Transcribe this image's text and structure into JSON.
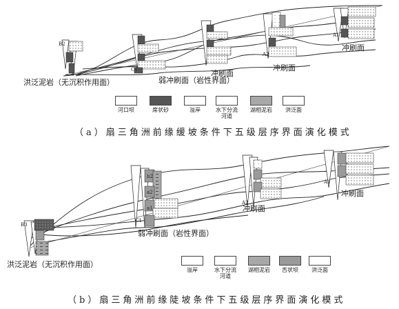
{
  "panel_a": {
    "labels": {
      "flood_mudstone": "洪泛泥岩（无沉积作用面）",
      "weak_scour": "弱冲刷面（岩性界面）",
      "scour1": "冲刷面",
      "scour2": "冲刷面",
      "scour3": "冲刷面"
    },
    "unit_tags": {
      "b2": "B2",
      "c1": "C1",
      "a2": "A2",
      "a1": "A1"
    },
    "legend": [
      {
        "name": "河口坝"
      },
      {
        "name": "席状砂"
      },
      {
        "name": "溢岸"
      },
      {
        "name": "水下分流\n河道"
      },
      {
        "name": "湖相泥岩"
      },
      {
        "name": "洪泛面"
      }
    ],
    "caption": "（a）扇三角洲前缘缓坡条件下五级层序界面演化模式"
  },
  "panel_b": {
    "labels": {
      "scour_top": "冲刷面",
      "scour_mid": "冲刷面",
      "weak_scour": "弱冲刷面（岩性界面）",
      "flood_mudstone": "洪泛泥岩（无沉积作用面）"
    },
    "unit_tags": {
      "b3": "B3",
      "c1": "C1",
      "a2": "A2",
      "a1": "A1",
      "b2": "b2",
      "a2s": "a2",
      "a1s": "a1"
    },
    "legend": [
      {
        "name": "溢岸"
      },
      {
        "name": "水下分流\n河道"
      },
      {
        "name": "湖相泥岩"
      },
      {
        "name": "舌状坝"
      },
      {
        "name": "洪泛面"
      }
    ],
    "caption": "（b）扇三角洲前缘陡坡条件下五级层序界面演化模式"
  },
  "colors": {
    "dark_gray": "#555555",
    "mid_gray": "#9a9a9a",
    "light_gray": "#cfcfcf",
    "line": "#222222"
  }
}
